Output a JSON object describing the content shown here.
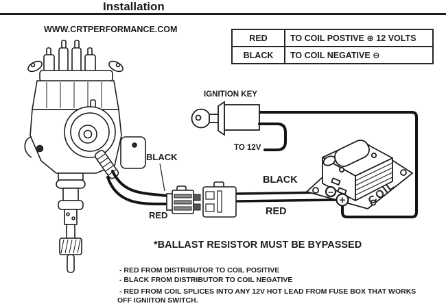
{
  "page": {
    "title": "Installation",
    "website": "WWW.CRTPERFORMANCE.COM"
  },
  "legend_table": {
    "rows": [
      {
        "wire": "RED",
        "description": "TO COIL POSTIVE ⊕ 12 VOLTS"
      },
      {
        "wire": "BLACK",
        "description": "TO COIL NEGATIVE ⊖"
      }
    ]
  },
  "diagram": {
    "ignition_key_label": "IGNITION KEY",
    "to_12v_label": "TO 12V",
    "distributor_black_label": "BLACK",
    "distributor_red_label": "RED",
    "coil_black_label": "BLACK",
    "coil_red_label": "RED",
    "coil_label": "COIL",
    "coil_negative_symbol": "−",
    "coil_positive_symbol": "+"
  },
  "notes": {
    "ballast_warning": "*BALLAST RESISTOR MUST BE BYPASSED",
    "line1": "- RED FROM DISTRIBUTOR TO COIL POSITIVE",
    "line2": "- BLACK FROM DISTRIBUTOR TO COIL NEGATIVE",
    "line3": "- RED FROM COIL SPLICES INTO ANY 12V HOT LEAD FROM FUSE BOX THAT WORKS",
    "line4": "OFF IGNIITON SWITCH."
  },
  "colors": {
    "ink": "#1c1c1c",
    "background": "#ffffff"
  }
}
